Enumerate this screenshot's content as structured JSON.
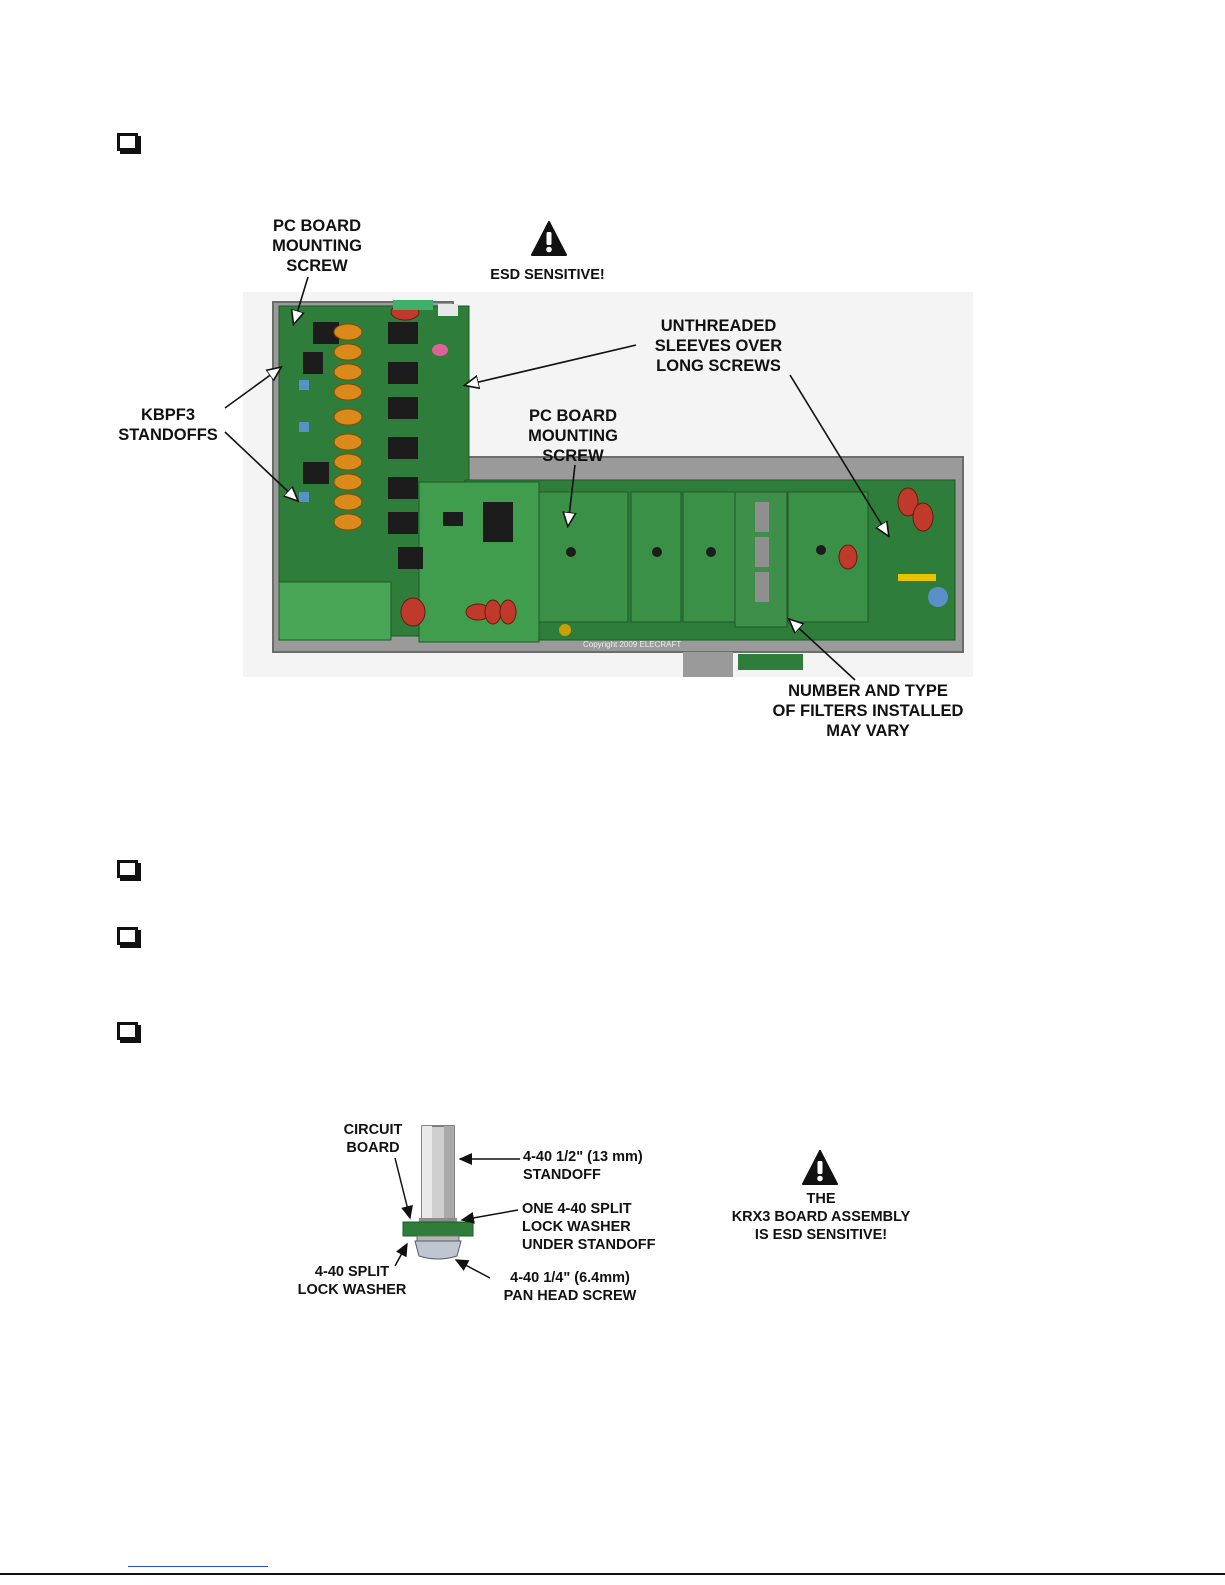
{
  "figure1": {
    "pc_board_screw_top": [
      "PC BOARD",
      "MOUNTING",
      "SCREW"
    ],
    "esd_sensitive": "ESD SENSITIVE!",
    "unthreaded_sleeves": [
      "UNTHREADED",
      "SLEEVES OVER",
      "LONG SCREWS"
    ],
    "kbpf3_standoffs": [
      "KBPF3",
      "STANDOFFS"
    ],
    "pc_board_screw_mid": [
      "PC BOARD",
      "MOUNTING",
      "SCREW"
    ],
    "filters_note": [
      "NUMBER AND TYPE",
      "OF FILTERS INSTALLED",
      "MAY VARY"
    ],
    "board_silkscreen": "Copyright 2009  ELECRAFT"
  },
  "figure2": {
    "circuit_board": [
      "CIRCUIT",
      "BOARD"
    ],
    "standoff": [
      "4-40 1/2\" (13 mm)",
      "STANDOFF"
    ],
    "lock_washer_under": [
      "ONE 4-40 SPLIT",
      "LOCK WASHER",
      "UNDER STANDOFF"
    ],
    "split_lock_washer": [
      "4-40 SPLIT",
      "LOCK WASHER"
    ],
    "pan_head_screw": [
      "4-40 1/4\" (6.4mm)",
      "PAN HEAD SCREW"
    ],
    "krx3_esd": [
      "THE",
      "KRX3 BOARD ASSEMBLY",
      "IS ESD SENSITIVE!"
    ]
  },
  "colors": {
    "board_green": "#2f7d3a",
    "toroid_orange": "#d98a1a",
    "relay_black": "#1c1c1c",
    "metal": "#b8b8b8"
  }
}
